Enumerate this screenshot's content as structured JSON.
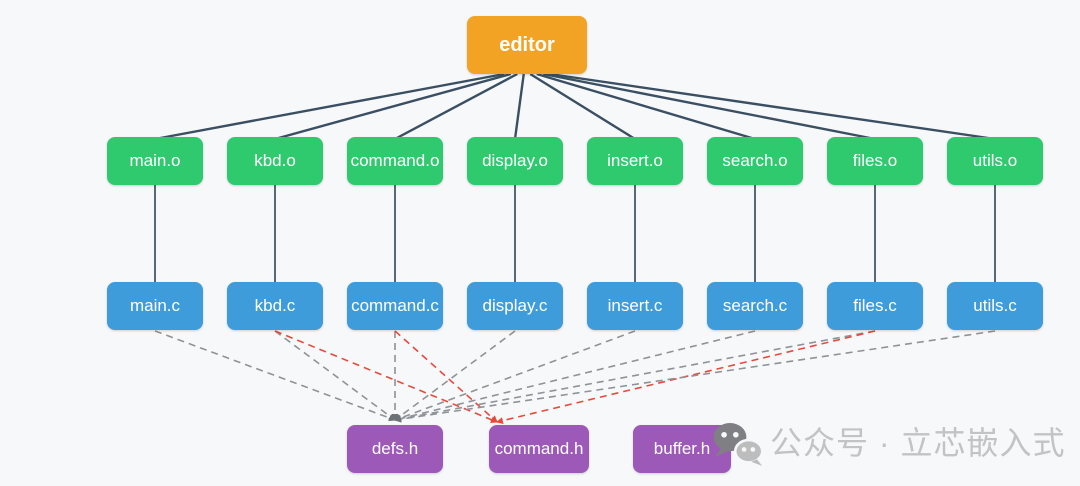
{
  "diagram": {
    "target": {
      "label": "editor"
    },
    "object_files": [
      "main.o",
      "kbd.o",
      "command.o",
      "display.o",
      "insert.o",
      "search.o",
      "files.o",
      "utils.o"
    ],
    "source_files": [
      "main.c",
      "kbd.c",
      "command.c",
      "display.c",
      "insert.c",
      "search.c",
      "files.c",
      "utils.c"
    ],
    "header_files": [
      "defs.h",
      "command.h",
      "buffer.h"
    ],
    "link_edges": [
      {
        "from": "editor",
        "to": "main.o"
      },
      {
        "from": "editor",
        "to": "kbd.o"
      },
      {
        "from": "editor",
        "to": "command.o"
      },
      {
        "from": "editor",
        "to": "display.o"
      },
      {
        "from": "editor",
        "to": "insert.o"
      },
      {
        "from": "editor",
        "to": "search.o"
      },
      {
        "from": "editor",
        "to": "files.o"
      },
      {
        "from": "editor",
        "to": "utils.o"
      }
    ],
    "compile_edges": [
      {
        "from": "main.o",
        "to": "main.c"
      },
      {
        "from": "kbd.o",
        "to": "kbd.c"
      },
      {
        "from": "command.o",
        "to": "command.c"
      },
      {
        "from": "display.o",
        "to": "display.c"
      },
      {
        "from": "insert.o",
        "to": "insert.c"
      },
      {
        "from": "search.o",
        "to": "search.c"
      },
      {
        "from": "files.o",
        "to": "files.c"
      },
      {
        "from": "utils.o",
        "to": "utils.c"
      }
    ],
    "include_edges": [
      {
        "from": "main.c",
        "to": "defs.h",
        "type": "gray"
      },
      {
        "from": "kbd.c",
        "to": "defs.h",
        "type": "gray"
      },
      {
        "from": "kbd.c",
        "to": "command.h",
        "type": "red"
      },
      {
        "from": "command.c",
        "to": "defs.h",
        "type": "gray"
      },
      {
        "from": "command.c",
        "to": "command.h",
        "type": "red"
      },
      {
        "from": "display.c",
        "to": "defs.h",
        "type": "gray"
      },
      {
        "from": "insert.c",
        "to": "defs.h",
        "type": "gray"
      },
      {
        "from": "search.c",
        "to": "defs.h",
        "type": "gray"
      },
      {
        "from": "files.c",
        "to": "defs.h",
        "type": "gray"
      },
      {
        "from": "files.c",
        "to": "command.h",
        "type": "red"
      },
      {
        "from": "utils.c",
        "to": "defs.h",
        "type": "gray"
      }
    ]
  },
  "colors": {
    "background": "#f7f8fa",
    "target_fill": "#f2a324",
    "object_fill": "#2fc96e",
    "source_fill": "#3e9cdb",
    "header_fill": "#9d59b8",
    "node_text": "#ffffff",
    "solid_edge": "#3b4f63",
    "include_edge_default": "#8e9398",
    "include_edge_highlight": "#e74a3b",
    "watermark_text": "#c3c3c3"
  },
  "watermark": {
    "icon": "wechat-icon",
    "text": "公众号 · 立芯嵌入式"
  }
}
